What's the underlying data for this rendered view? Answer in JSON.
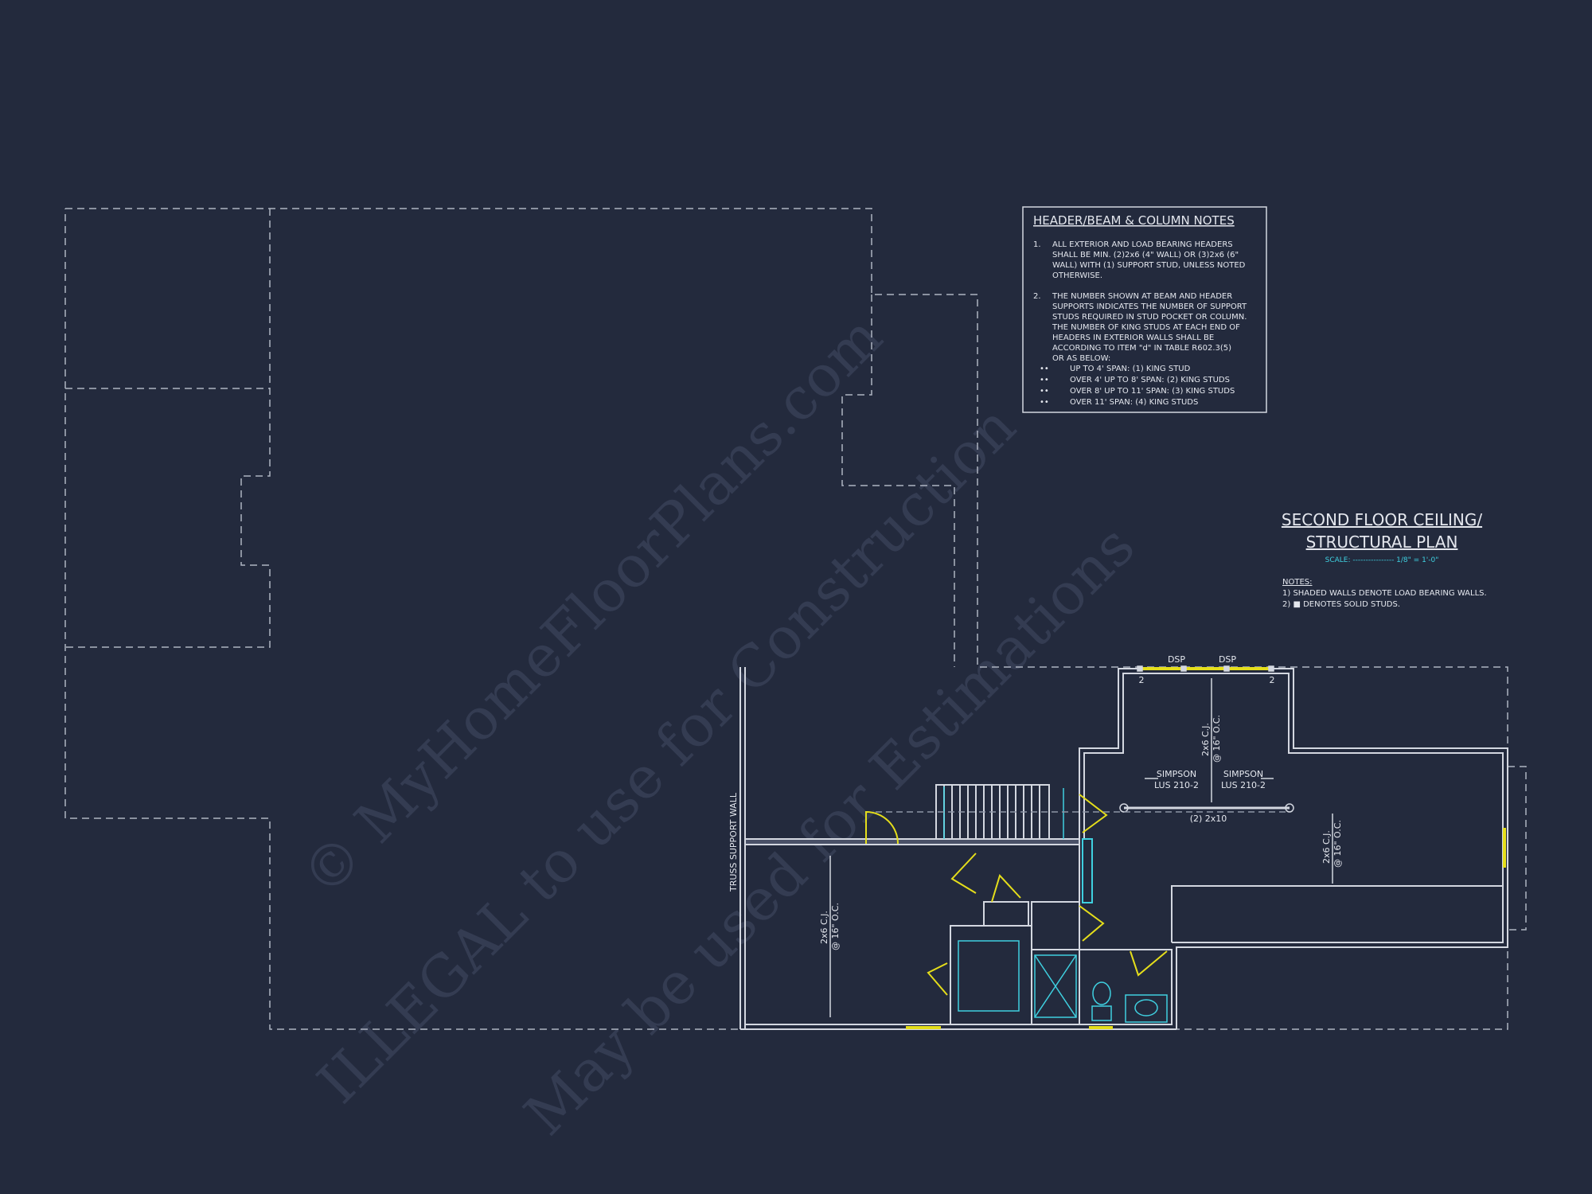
{
  "colors": {
    "background": "#232a3d",
    "line": "#d3d7e0",
    "accent_cyan": "#3fd0e0",
    "accent_yellow": "#e5de1b",
    "watermark": "#3a4258"
  },
  "notes_box": {
    "title": "HEADER/BEAM & COLUMN NOTES",
    "note1_num": "1.",
    "note1_lines": [
      "ALL EXTERIOR AND LOAD BEARING HEADERS",
      "SHALL BE MIN. (2)2x6 (4\" WALL) OR (3)2x6 (6\"",
      "WALL) WITH (1) SUPPORT STUD, UNLESS NOTED",
      "OTHERWISE."
    ],
    "note2_num": "2.",
    "note2_lines": [
      "THE NUMBER SHOWN AT BEAM AND HEADER",
      "SUPPORTS INDICATES THE NUMBER OF SUPPORT",
      "STUDS REQUIRED IN STUD POCKET OR COLUMN.",
      "THE NUMBER OF KING STUDS AT EACH END OF",
      "HEADERS IN EXTERIOR WALLS SHALL BE",
      "ACCORDING TO ITEM \"d\" IN TABLE R602.3(5)",
      "OR AS BELOW:"
    ],
    "bullets": [
      "UP TO 4' SPAN: (1) KING STUD",
      "OVER 4' UP TO 8' SPAN: (2) KING STUDS",
      "OVER 8' UP TO 11' SPAN: (3) KING STUDS",
      "OVER 11' SPAN: (4) KING STUDS"
    ]
  },
  "plan_title": {
    "line1": "SECOND FLOOR CEILING/",
    "line2": "STRUCTURAL PLAN",
    "scale": "SCALE: ---------------- 1/8\" = 1'-0\""
  },
  "plan_notes": {
    "heading": "NOTES:",
    "items": [
      "1) SHADED WALLS DENOTE LOAD BEARING WALLS.",
      "2) ■ DENOTES SOLID STUDS."
    ]
  },
  "labels": {
    "dsp_left": "DSP",
    "dsp_right": "DSP",
    "stud_left": "2",
    "stud_right": "2",
    "cj_top": "2x6 C.J.",
    "cj_top_spacing": "@ 16\" O.C.",
    "cj_right": "2x6 C.J.",
    "cj_right_spacing": "@ 16\" O.C.",
    "cj_left": "2x6 C.J.",
    "cj_left_spacing": "@ 16\" O.C.",
    "simpson_left_a": "SIMPSON",
    "simpson_left_b": "LUS 210-2",
    "simpson_right_a": "SIMPSON",
    "simpson_right_b": "LUS 210-2",
    "beam": "(2) 2x10",
    "truss_wall": "TRUSS SUPPORT WALL"
  },
  "watermark": {
    "line1": "© MyHomeFloorPlans.com",
    "line2": "ILLEGAL to use for Construction",
    "line3": "May be used for Estimations"
  }
}
